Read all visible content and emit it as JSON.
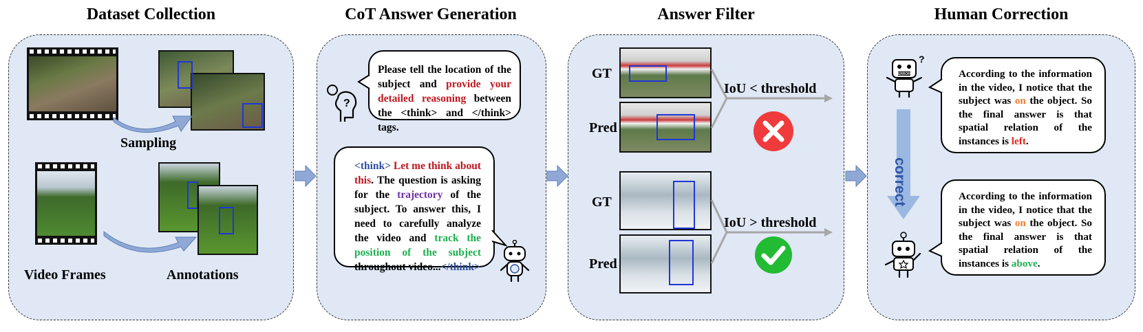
{
  "colors": {
    "panel_bg": "#dfe8f4",
    "highlight_red": "#c0171f",
    "highlight_blue": "#2d4f9e",
    "highlight_purple": "#7030a0",
    "highlight_green": "#1fb050",
    "highlight_orange": "#ed7d31",
    "fail_red": "#ef3b3b",
    "pass_green": "#22bb33",
    "bbox_blue": "#1f36d6",
    "correct_arrow": "#9bb8e3"
  },
  "stages": {
    "collection": {
      "title": "Dataset Collection",
      "sampling_label": "Sampling",
      "frames_label": "Video Frames",
      "annotations_label": "Annotations"
    },
    "cot": {
      "title": "CoT Answer Generation",
      "prompt": {
        "t1": "Please tell the location of the subject and ",
        "t2": "provide your detailed reasoning",
        "t3": " between the <think> and </think> tags."
      },
      "answer": {
        "t1": "<think>",
        "t2": " Let me think about this",
        "t3": ". The question is asking for the ",
        "t4": "trajectory",
        "t5": " of the subject. To answer this, I need to carefully analyze the video and ",
        "t6": "track the position of the subject",
        "t7": " throughout video...",
        "t8": "</think>"
      }
    },
    "filter": {
      "title": "Answer Filter",
      "gt_label": "GT",
      "pred_label": "Pred",
      "fail_text": "IoU < threshold",
      "pass_text": "IoU > threshold",
      "fail_icon": "x-cross-icon",
      "pass_icon": "check-mark-icon"
    },
    "correction": {
      "title": "Human Correction",
      "correct_label": "correct",
      "before": {
        "t1": "According to the information in the video, I notice that the subject was ",
        "t2": "on",
        "t3": " the object. So the final answer is that spatial relation of the instances is ",
        "t4": "left",
        "t5": "."
      },
      "after": {
        "t1": "According to the information in the video, I notice that the subject was ",
        "t2": "on",
        "t3": " the object. So the final answer is that spatial relation of the instances is ",
        "t4": "above",
        "t5": "."
      },
      "error_badge": "ERROR",
      "question_marks": "?"
    }
  }
}
